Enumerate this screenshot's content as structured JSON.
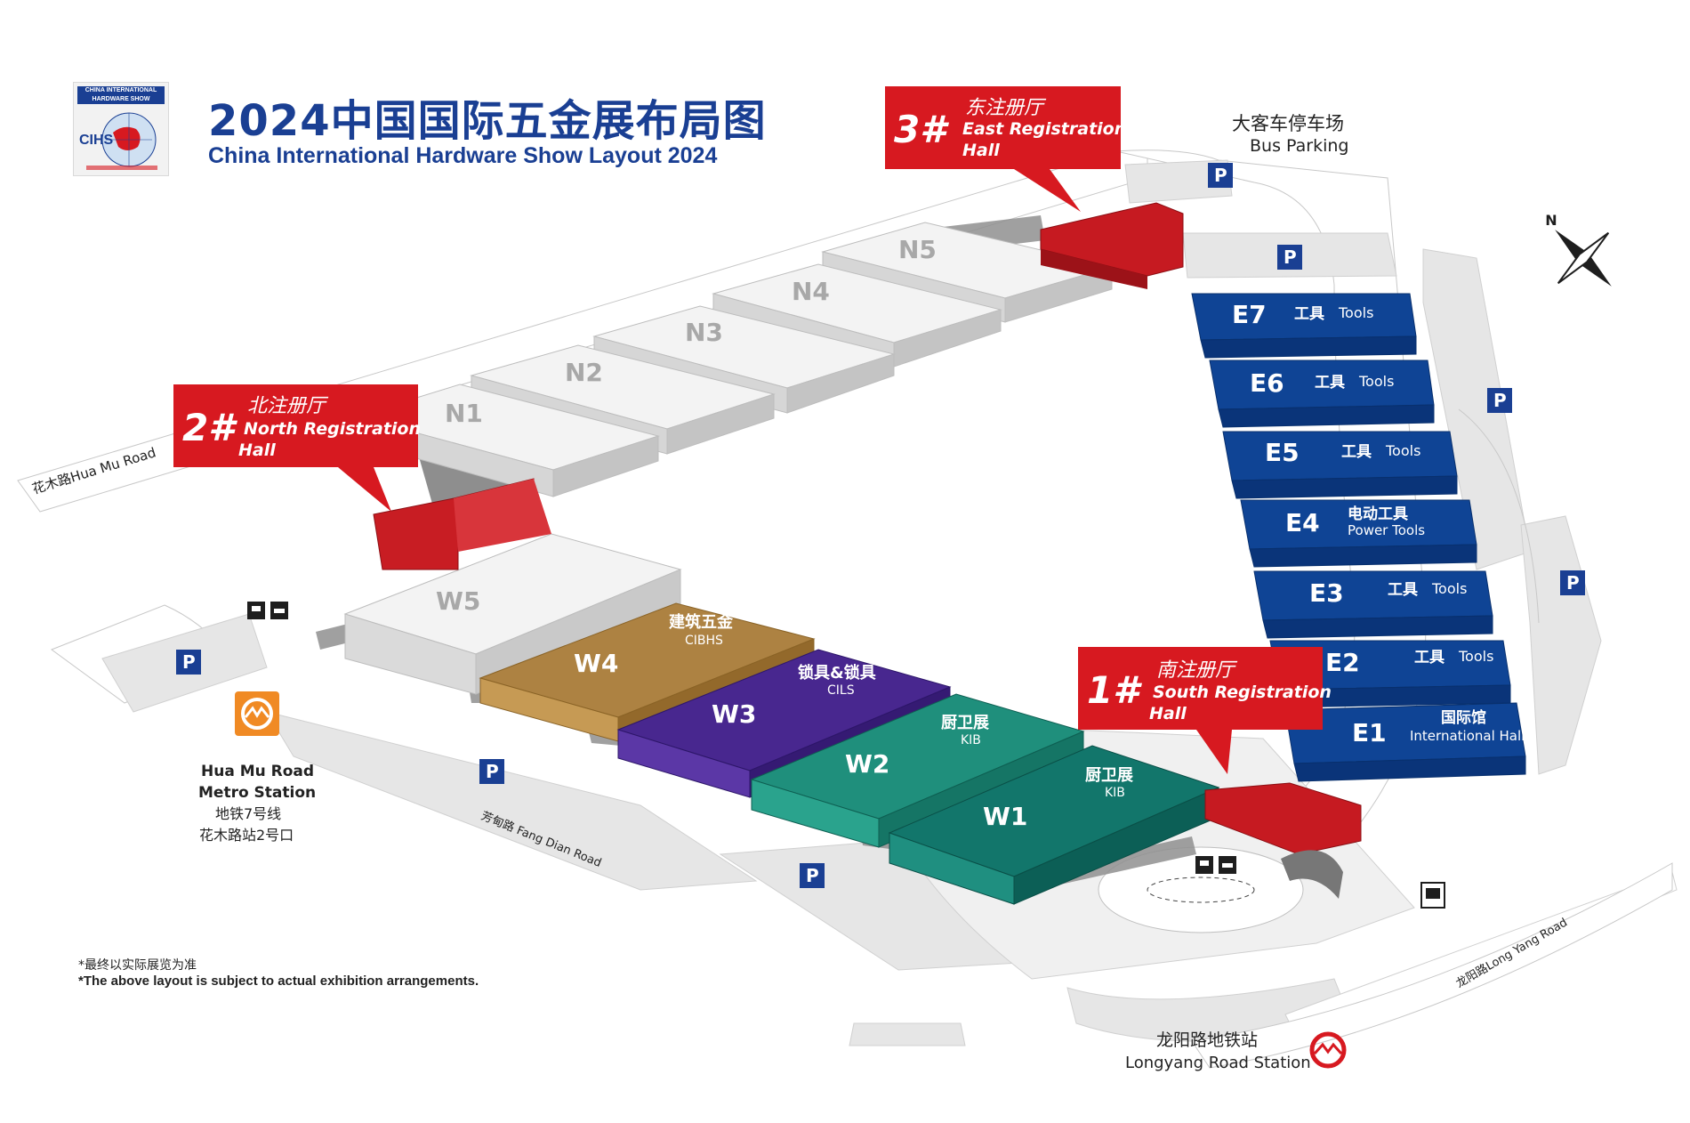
{
  "header": {
    "title_cn": "2024中国国际五金展布局图",
    "title_en": "China International Hardware  Show Layout 2024",
    "logo_band": "CHINA INTERNATIONAL HARDWARE SHOW",
    "logo_mark": "CIHS"
  },
  "registration": [
    {
      "num": "3#",
      "cn": "东注册厅",
      "en1": "East Registration",
      "en2": "Hall"
    },
    {
      "num": "2#",
      "cn": "北注册厅",
      "en1": "North Registration",
      "en2": "Hall"
    },
    {
      "num": "1#",
      "cn": "南注册厅",
      "en1": "South Registration",
      "en2": "Hall"
    }
  ],
  "halls_north": [
    "N1",
    "N2",
    "N3",
    "N4",
    "N5"
  ],
  "halls_east": [
    {
      "id": "E7",
      "cn": "工具",
      "en": "Tools"
    },
    {
      "id": "E6",
      "cn": "工具",
      "en": "Tools"
    },
    {
      "id": "E5",
      "cn": "工具",
      "en": "Tools"
    },
    {
      "id": "E4",
      "cn": "电动工具",
      "en": "Power Tools"
    },
    {
      "id": "E3",
      "cn": "工具",
      "en": "Tools"
    },
    {
      "id": "E2",
      "cn": "工具",
      "en": "Tools"
    },
    {
      "id": "E1",
      "cn": "国际馆",
      "en": "International Hall"
    }
  ],
  "halls_west": [
    {
      "id": "W5",
      "cn": "",
      "en": ""
    },
    {
      "id": "W4",
      "cn": "建筑五金",
      "en": "CIBHS"
    },
    {
      "id": "W3",
      "cn": "锁具&锁具",
      "en": "CILS"
    },
    {
      "id": "W2",
      "cn": "厨卫展",
      "en": "KIB"
    },
    {
      "id": "W1",
      "cn": "厨卫展",
      "en": "KIB"
    }
  ],
  "places": {
    "bus_parking_cn": "大客车停车场",
    "bus_parking_en": "Bus Parking",
    "huamu_road": "花木路Hua Mu Road",
    "fangdian_road": "芳甸路 Fang Dian Road",
    "longyang_road": "龙阳路Long Yang Road",
    "huamu_station_en1": "Hua Mu Road",
    "huamu_station_en2": "Metro Station",
    "huamu_station_cn1": "地铁7号线",
    "huamu_station_cn2": "花木路站2号口",
    "longyang_station_cn": "龙阳路地铁站",
    "longyang_station_en": "Longyang  Road Station",
    "parking_symbol": "P"
  },
  "notes": {
    "cn": "*最终以实际展览为准",
    "en": "*The above layout is subject to actual exhibition arrangements."
  },
  "colors": {
    "brand_blue": "#1a3f93",
    "reg_red": "#d71920",
    "north_hall": "#e8e8e8",
    "east_hall": "#0f4495",
    "w4": "#a37836",
    "w3": "#41208a",
    "w2": "#1b8a77",
    "w1": "#0f7268",
    "road": "#e6e6e6"
  },
  "icons": [
    "compass-icon",
    "parking-icon",
    "metro-icon",
    "bus-icon",
    "car-icon"
  ]
}
